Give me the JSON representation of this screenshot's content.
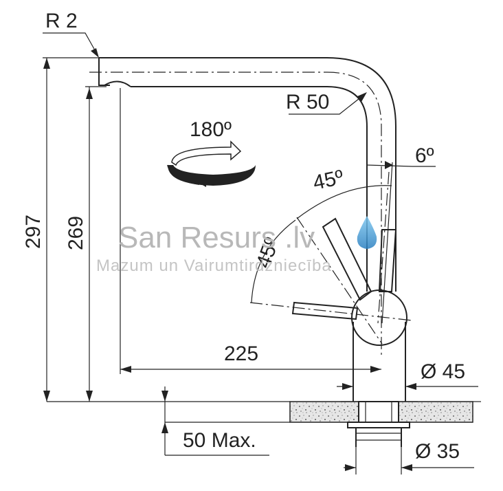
{
  "labels": {
    "r2": "R 2",
    "r50": "R 50",
    "rotation": "180º",
    "angle_small": "6º",
    "angle_upper": "45º",
    "angle_lower": "45º",
    "height_total": "297",
    "height_spout": "269",
    "reach": "225",
    "diameter_body": "Ø 45",
    "max_thickness": "50 Max.",
    "diameter_mount": "Ø 35"
  },
  "watermark": {
    "title": "San Resurs .lv",
    "subtitle": "Mazum un Vairumtirdzniecība"
  },
  "colors": {
    "line": "#222222",
    "watermark": "#b8b8b8",
    "drop_light": "#7fc8f0",
    "drop_dark": "#2a7fc0"
  }
}
